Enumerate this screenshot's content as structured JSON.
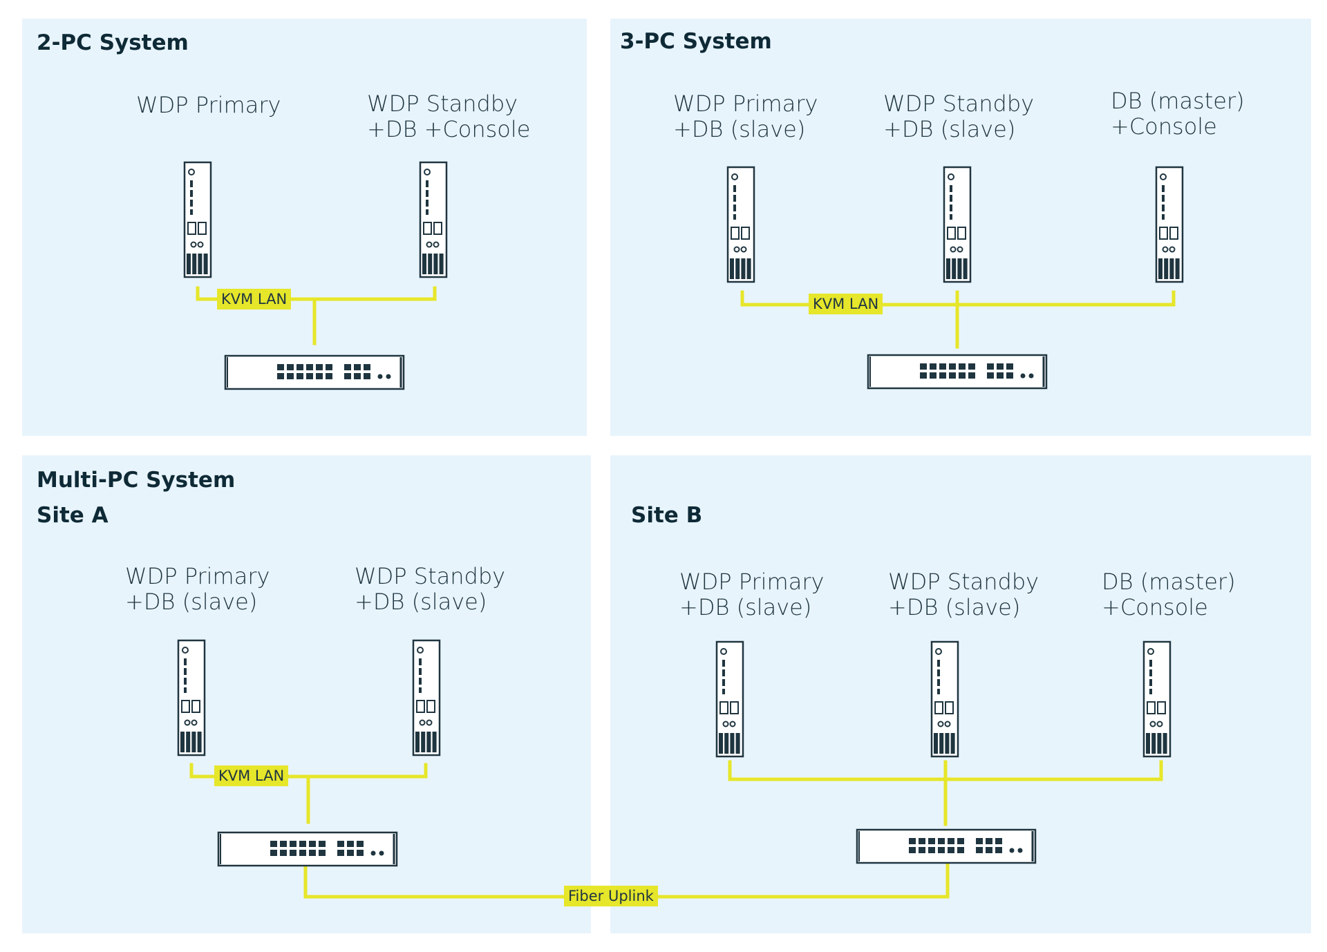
{
  "colors": {
    "panel": "#e8f4fc",
    "link": "#e6e62a",
    "device": "#1f3540"
  },
  "icons": {
    "pc": "pc-tower-icon",
    "switch": "network-switch-icon"
  },
  "panels": {
    "two_pc": {
      "title": "2-PC System",
      "nodes": [
        {
          "line1": "WDP Primary",
          "line2": ""
        },
        {
          "line1": "WDP Standby",
          "line2": "+DB +Console"
        }
      ],
      "link_label": "KVM LAN"
    },
    "three_pc": {
      "title": "3-PC System",
      "nodes": [
        {
          "line1": "WDP Primary",
          "line2": "+DB (slave)"
        },
        {
          "line1": "WDP Standby",
          "line2": "+DB (slave)"
        },
        {
          "line1": "DB (master)",
          "line2": "+Console"
        }
      ],
      "link_label": "KVM LAN"
    },
    "multi_pc": {
      "title": "Multi-PC System",
      "site_a": {
        "title": "Site A",
        "nodes": [
          {
            "line1": "WDP Primary",
            "line2": "+DB (slave)"
          },
          {
            "line1": "WDP Standby",
            "line2": "+DB (slave)"
          }
        ],
        "link_label": "KVM LAN"
      },
      "site_b": {
        "title": "Site B",
        "nodes": [
          {
            "line1": "WDP Primary",
            "line2": "+DB (slave)"
          },
          {
            "line1": "WDP Standby",
            "line2": "+DB (slave)"
          },
          {
            "line1": "DB (master)",
            "line2": "+Console"
          }
        ]
      },
      "uplink_label": "Fiber Uplink"
    }
  }
}
